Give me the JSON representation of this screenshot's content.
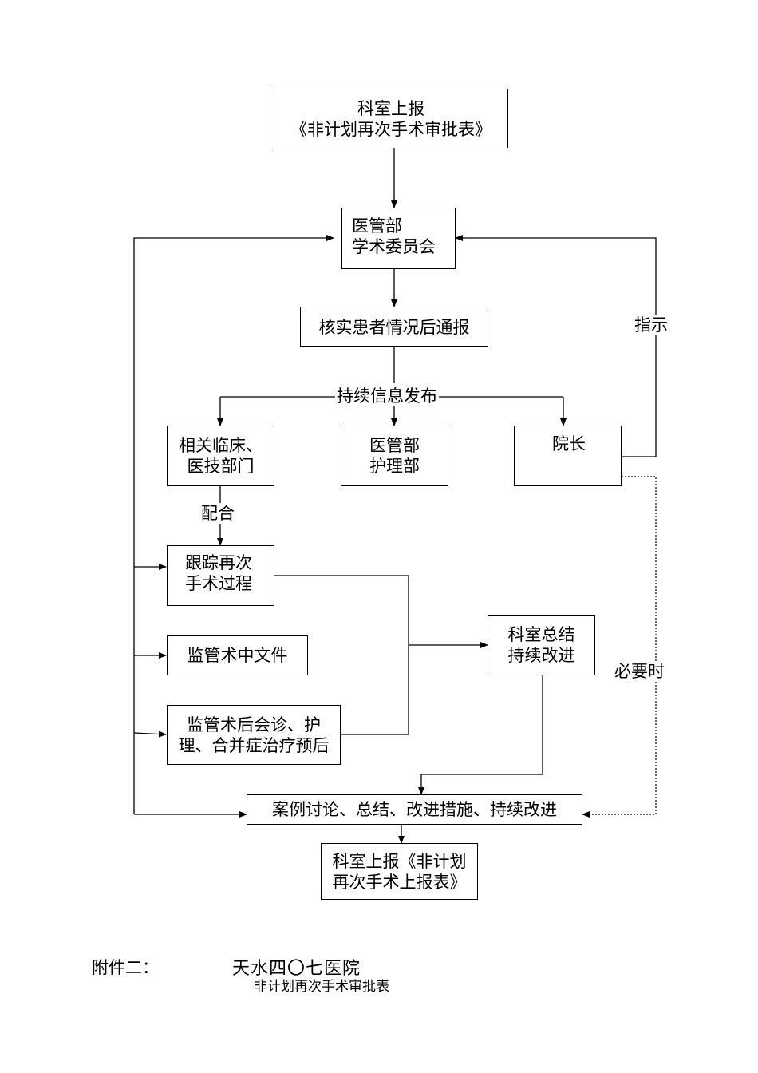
{
  "flowchart": {
    "report_box": {
      "line1": "科室上报",
      "line2": "《非计划再次手术审批表》"
    },
    "committee_box": {
      "line1": "医管部",
      "line2": "学术委员会"
    },
    "verify_box": "核实患者情况后通报",
    "publish_label": "持续信息发布",
    "clinical_box": {
      "line1": "相关临床、",
      "line2": "医技部门"
    },
    "nursing_box": {
      "line1": "医管部",
      "line2": "护理部"
    },
    "president_box": "院长",
    "instruct_label": "指示",
    "cooperate_label": "配合",
    "track_box": {
      "line1": "跟踪再次",
      "line2": "手术过程"
    },
    "intraop_box": "监管术中文件",
    "postop_box": {
      "line1": "监管术后会诊、护",
      "line2": "理、合并症治疗预后"
    },
    "summary_box": {
      "line1": "科室总结",
      "line2": "持续改进"
    },
    "when_needed_label": "必要时",
    "discussion_box": "案例讨论、总结、改进措施、持续改进",
    "final_box": {
      "line1": "科室上报《非计划",
      "line2": "再次手术上报表》"
    }
  },
  "footer": {
    "attachment": "附件二：",
    "hospital": "天水四〇七医院",
    "form_title": "非计划再次手术审批表"
  }
}
